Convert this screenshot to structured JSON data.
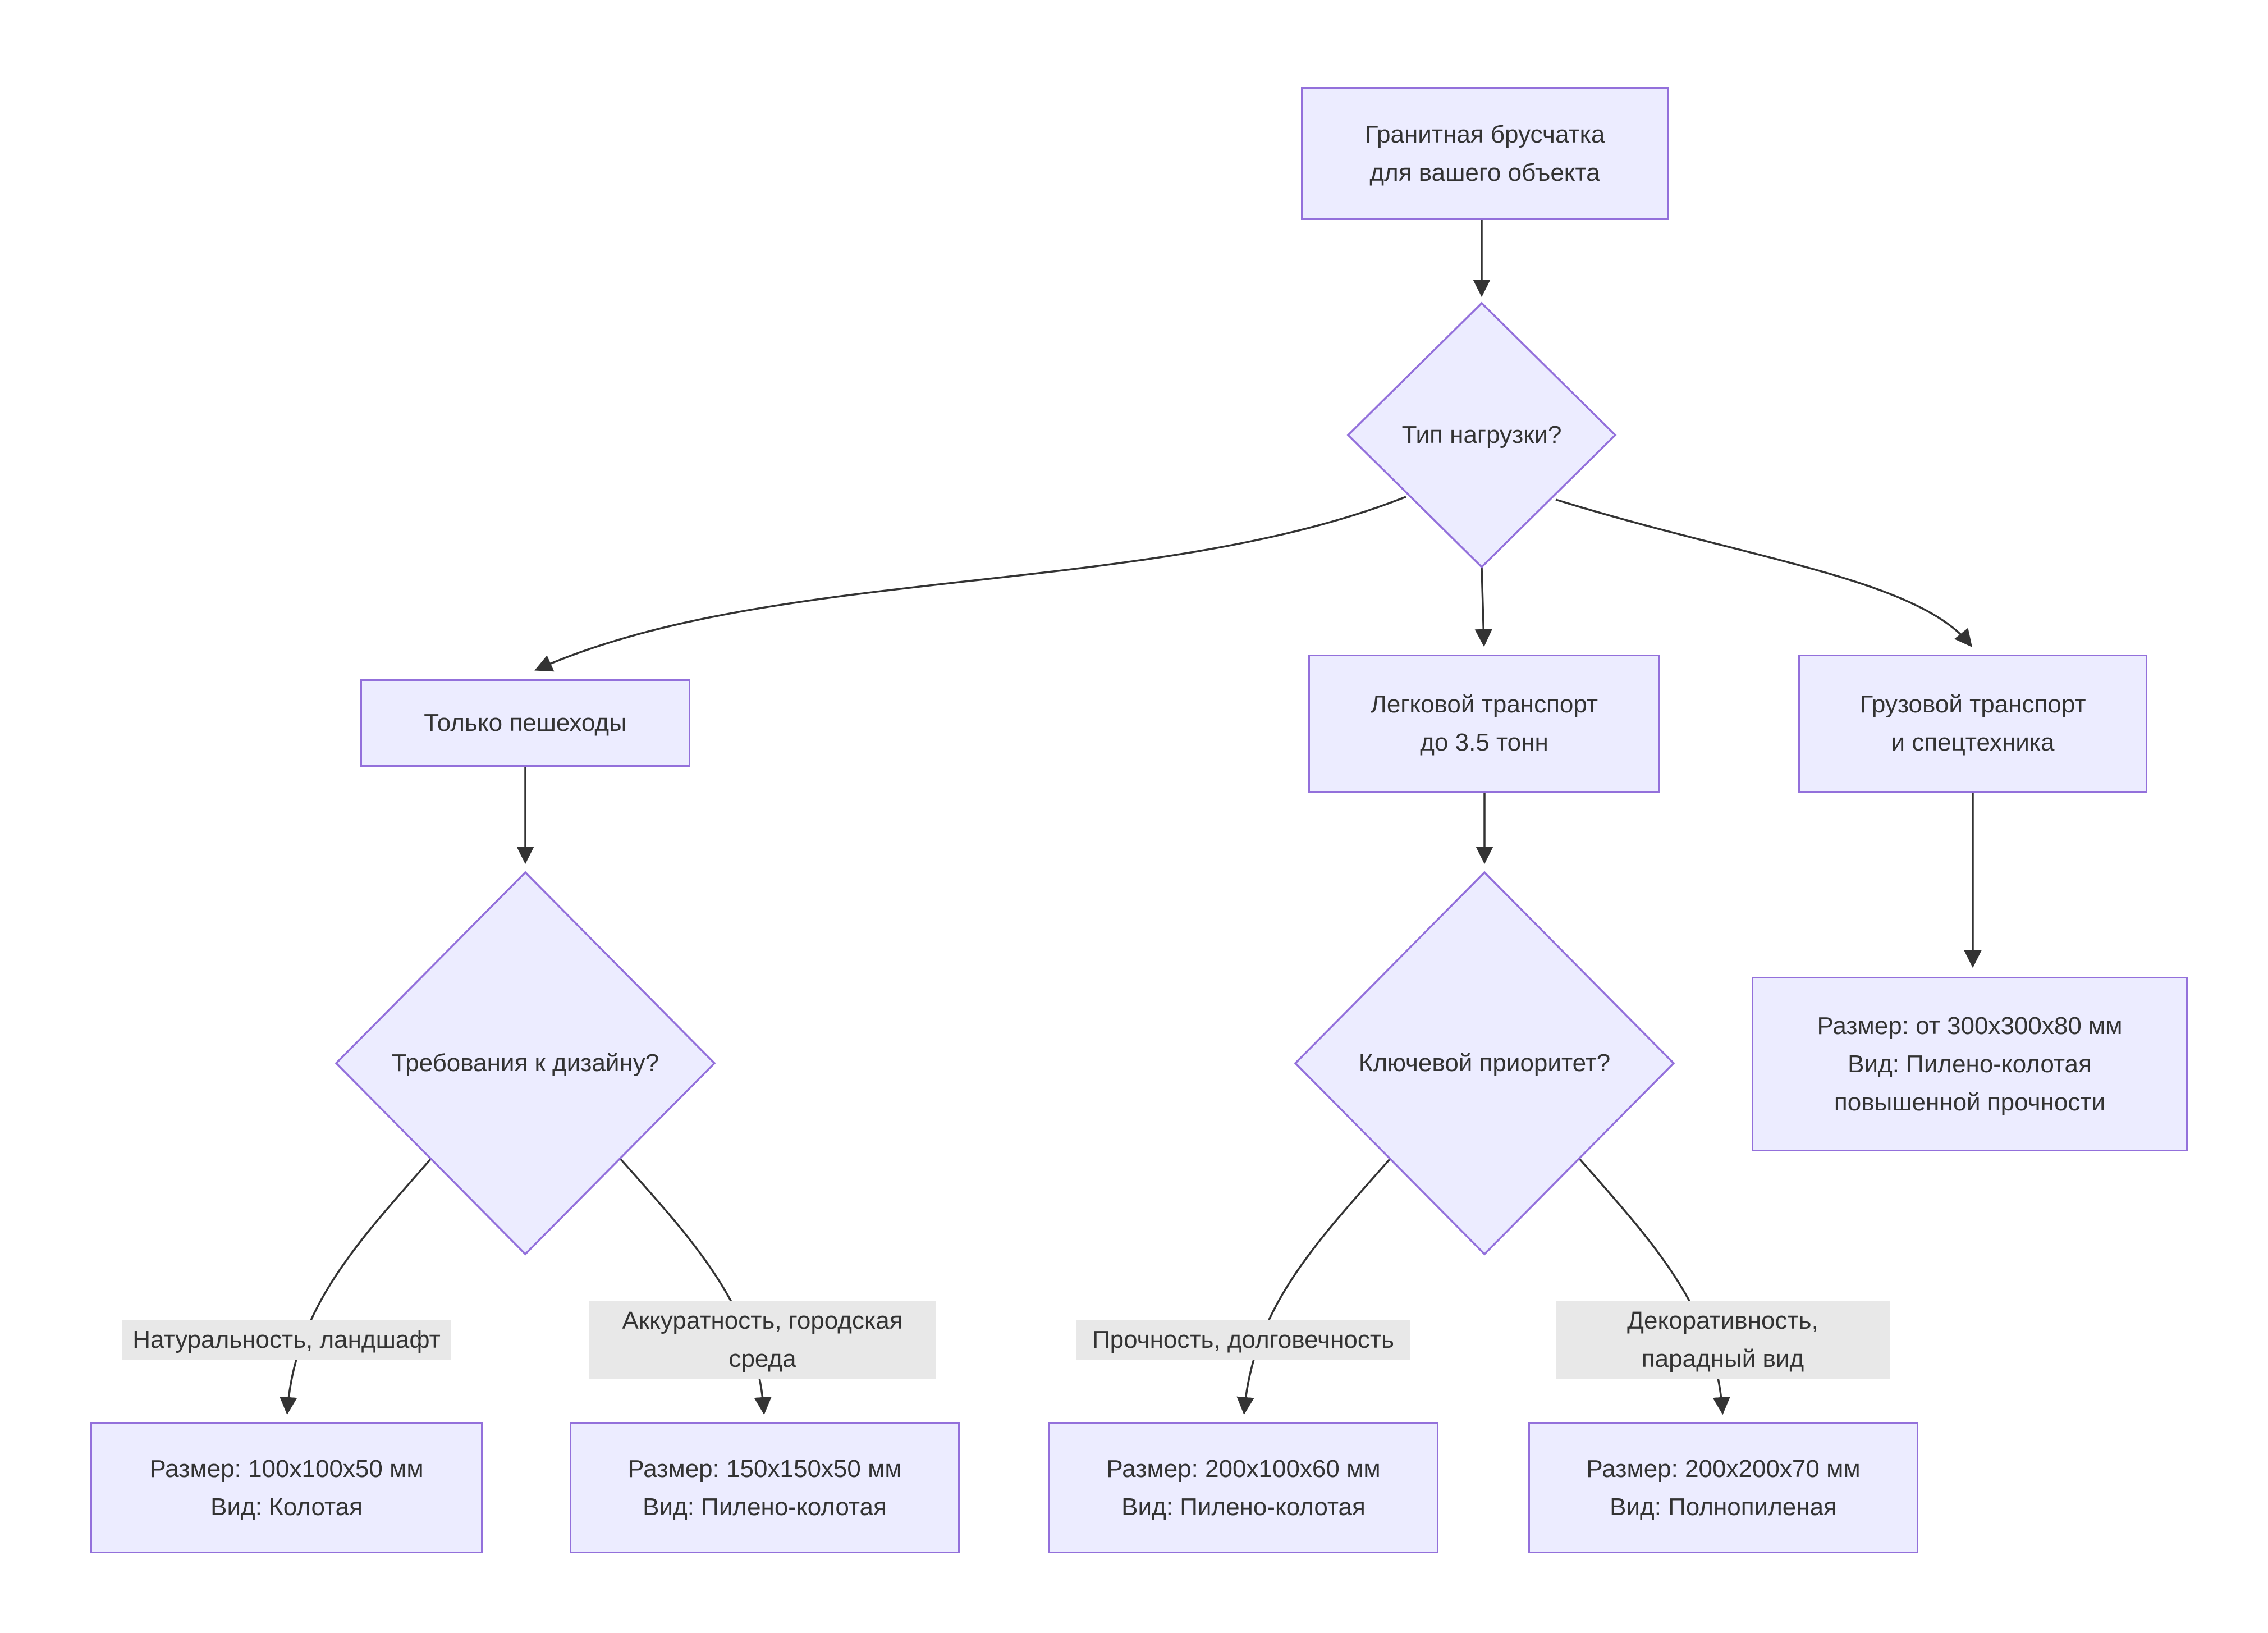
{
  "colors": {
    "node_fill": "#ECECFF",
    "node_border": "#9370DB",
    "edge": "#333333",
    "edge_label_bg": "#e8e8e8",
    "text": "#333333",
    "background": "#ffffff"
  },
  "nodes": {
    "root": {
      "lines": [
        "Гранитная брусчатка",
        "для вашего объекта"
      ]
    },
    "pedestrians": {
      "lines": [
        "Только пешеходы"
      ]
    },
    "light_transport": {
      "lines": [
        "Легковой транспорт",
        "до 3.5 тонн"
      ]
    },
    "trucks": {
      "lines": [
        "Грузовой транспорт",
        "и спецтехника"
      ]
    },
    "truck_result": {
      "lines": [
        "Размер: от 300x300x80 мм",
        "Вид: Пилено-колотая",
        "повышенной прочности"
      ]
    },
    "result_100": {
      "lines": [
        "Размер: 100x100x50 мм",
        "Вид: Колотая"
      ]
    },
    "result_150": {
      "lines": [
        "Размер: 150x150x50 мм",
        "Вид: Пилено-колотая"
      ]
    },
    "result_200_100": {
      "lines": [
        "Размер: 200x100x60 мм",
        "Вид: Пилено-колотая"
      ]
    },
    "result_200_200": {
      "lines": [
        "Размер: 200x200x70 мм",
        "Вид: Полнопиленая"
      ]
    }
  },
  "decisions": {
    "load_type": {
      "lines": [
        "Тип нагрузки?"
      ]
    },
    "design": {
      "lines": [
        "Требования к дизайну?"
      ]
    },
    "priority": {
      "lines": [
        "Ключевой приоритет?"
      ]
    }
  },
  "edge_labels": {
    "natural": {
      "lines": [
        "Натуральность, ландшафт"
      ]
    },
    "neat": {
      "lines": [
        "Аккуратность, городская",
        "среда"
      ]
    },
    "strength": {
      "lines": [
        "Прочность, долговечность"
      ]
    },
    "decorative": {
      "lines": [
        "Декоративность,",
        "парадный вид"
      ]
    }
  }
}
